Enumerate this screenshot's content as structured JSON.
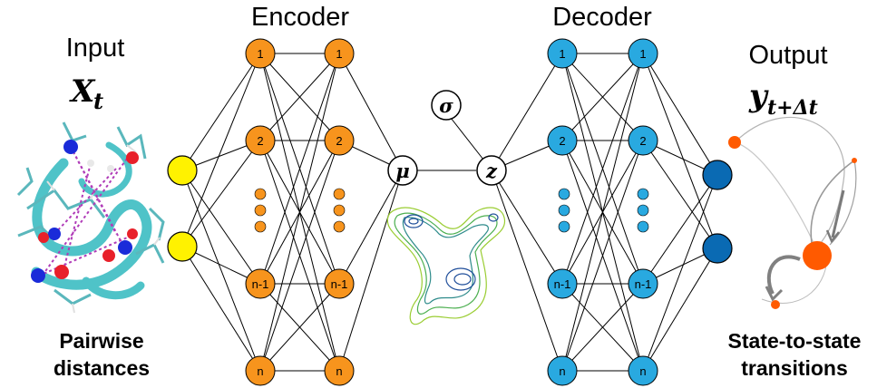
{
  "input": {
    "title": "Input",
    "symbol": "X",
    "subscript": "t",
    "caption_line1": "Pairwise",
    "caption_line2": "distances"
  },
  "encoder": {
    "title": "Encoder",
    "node_labels": [
      "1",
      "2",
      "n-1",
      "n"
    ],
    "color": "#F7941D"
  },
  "latent": {
    "mu": "μ",
    "sigma": "σ",
    "z": "z"
  },
  "decoder": {
    "title": "Decoder",
    "node_labels": [
      "1",
      "2",
      "n-1",
      "n"
    ],
    "color": "#29A9E0"
  },
  "output": {
    "title": "Output",
    "symbol": "y",
    "subscript": "t+Δt",
    "caption_line1": "State-to-state",
    "caption_line2": "transitions",
    "node_color": "#0A6AB3",
    "state_color": "#FF5A00"
  },
  "input_node_color": "#FFF200"
}
